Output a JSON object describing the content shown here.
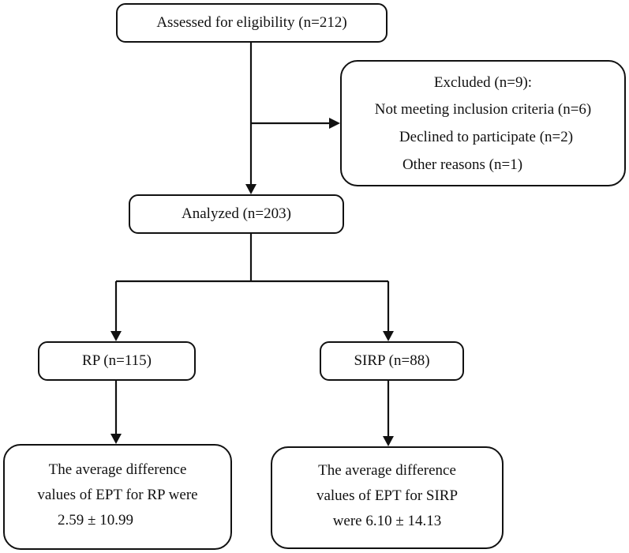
{
  "flowchart": {
    "assessed": "Assessed for eligibility (n=212)",
    "excluded": {
      "title": "Excluded (n=9):",
      "reasons": [
        "Not meeting inclusion criteria (n=6)",
        "Declined to participate (n=2)",
        "Other reasons (n=1)"
      ]
    },
    "analyzed": "Analyzed (n=203)",
    "groups": [
      {
        "label": "RP (n=115)",
        "result_lines": [
          "The average difference",
          "values of EPT for RP were",
          "2.59 ± 10.99"
        ]
      },
      {
        "label": "SIRP (n=88)",
        "result_lines": [
          "The average difference",
          "values of EPT for SIRP",
          "were 6.10 ± 14.13"
        ]
      }
    ]
  },
  "colors": {
    "stroke": "#111111",
    "background": "#ffffff"
  }
}
